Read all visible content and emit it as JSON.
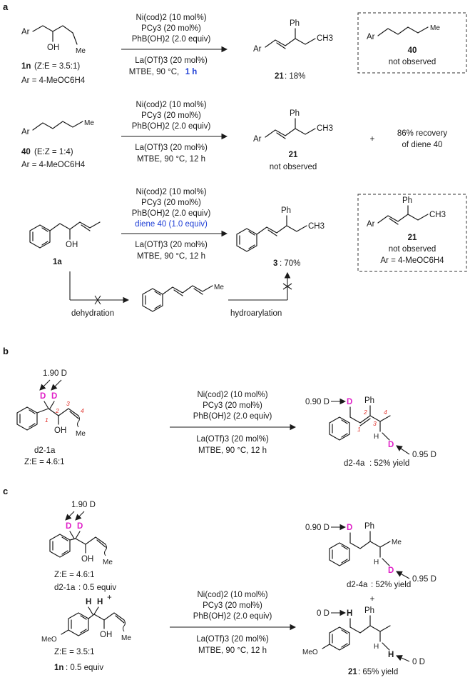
{
  "sections": {
    "a": "a",
    "b": "b",
    "c": "c"
  },
  "labels": {
    "ar": "Ar",
    "oh": "OH",
    "me": "Me",
    "ph": "Ph",
    "ch3": "CH3",
    "meo": "MeO",
    "d": "D",
    "h": "H",
    "ar_def": "Ar = 4-MeOC6H4",
    "plus": "+"
  },
  "cond": {
    "ni": "Ni(cod)2 (10 mol%)",
    "pcy3": "PCy3 (20 mol%)",
    "phb": "PhB(OH)2 (2.0 equiv)",
    "diene": "diene 40 (1.0 equiv)",
    "la": "La(OTf)3 (20 mol%)",
    "mtbe_1h_prefix": "MTBE, 90 °C, ",
    "mtbe_1h_time": "1 h",
    "mtbe_12h": "MTBE, 90 °C, 12 h"
  },
  "row1": {
    "sm_label": "1n",
    "sm_ratio": "(Z:E = 3.5:1)",
    "product": "21",
    "yield": ": 18%",
    "box_num": "40",
    "box_text": "not observed"
  },
  "row2": {
    "sm_label": "40",
    "sm_ratio": "(E:Z = 1:4)",
    "product": "21",
    "product_note": "not observed",
    "recovery_line1": "86% recovery",
    "recovery_line2": "of diene 40"
  },
  "row3": {
    "sm_label": "1a",
    "product": "3",
    "yield": ": 70%",
    "box_num": "21",
    "box_text": "not observed",
    "box_ar": "Ar = 4-MeOC6H4",
    "dehydration": "dehydration",
    "hydroarylation": "hydroarylation"
  },
  "b": {
    "d_in": "1.90 D",
    "sm_label": "d2-1a",
    "sm_ratio": "Z:E = 4.6:1",
    "num1": "1",
    "num2": "2",
    "num3": "3",
    "num4": "4",
    "d_top": "0.90 D",
    "d_bottom": "0.95 D",
    "product": "d2-4a",
    "yield": ": 52% yield"
  },
  "c": {
    "d_in": "1.90 D",
    "sm1_ratio": "Z:E = 4.6:1",
    "sm1_label": "d2-1a",
    "sm1_equiv": ": 0.5 equiv",
    "sm2_ratio": "Z:E = 3.5:1",
    "sm2_label": "1n",
    "sm2_equiv": ": 0.5 equiv",
    "p1_top": "0.90 D",
    "p1_bottom": "0.95 D",
    "p1_label": "d2-4a",
    "p1_yield": ": 52% yield",
    "p2_top": "0 D",
    "p2_bottom": "0 D",
    "p2_label": "21",
    "p2_yield": ": 65% yield"
  }
}
